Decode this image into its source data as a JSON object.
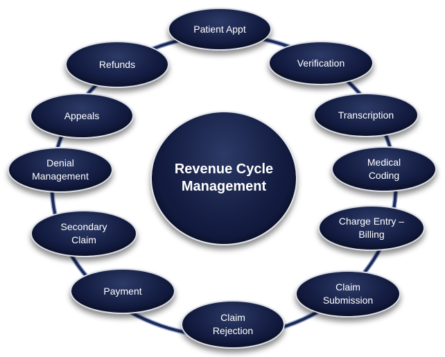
{
  "diagram": {
    "center": "Revenue Cycle\nManagement",
    "steps": [
      "Patient Appt",
      "Verification",
      "Transcription",
      "Medical\nCoding",
      "Charge Entry –\nBilling",
      "Claim\nSubmission",
      "Claim\nRejection",
      "Payment",
      "Secondary\nClaim",
      "Denial\nManagement",
      "Appeals",
      "Refunds"
    ],
    "colors": {
      "node_fill": "#141d42",
      "node_border": "#d9dde6",
      "ring": "#1c2a55",
      "text": "#ffffff"
    }
  }
}
